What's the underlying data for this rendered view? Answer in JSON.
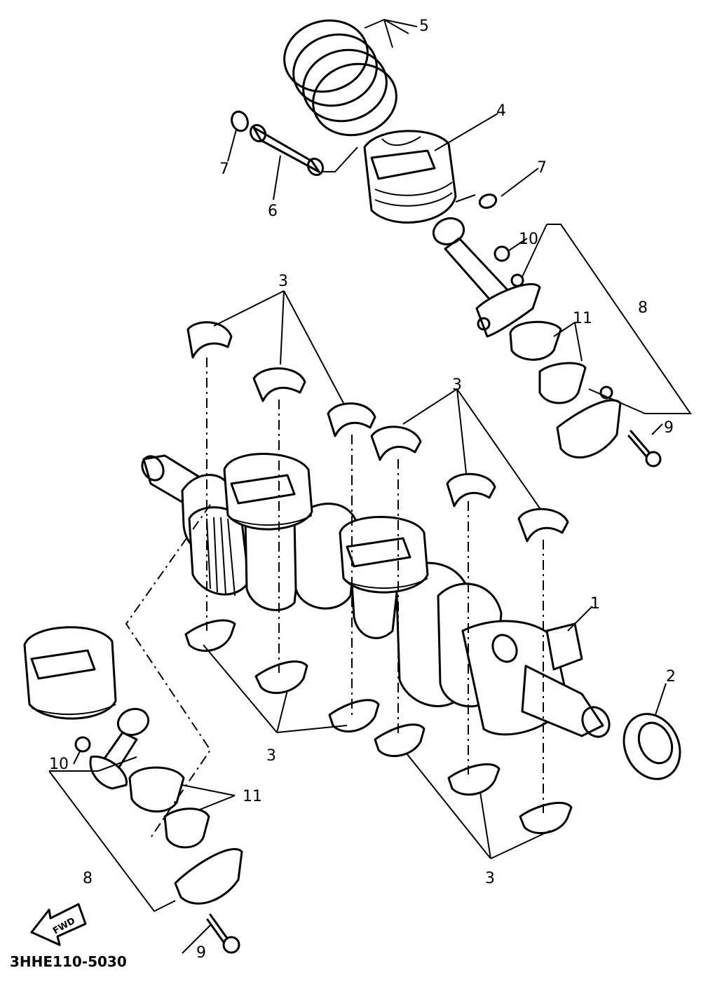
{
  "callouts": {
    "c1": "1",
    "c2": "2",
    "c3_top": "3",
    "c3_mid": "3",
    "c3_bottom_left": "3",
    "c3_bottom_right": "3",
    "c4": "4",
    "c5": "5",
    "c6": "6",
    "c7_left": "7",
    "c7_right": "7",
    "c8_right": "8",
    "c8_left": "8",
    "c9_right": "9",
    "c9_left": "9",
    "c10_right": "10",
    "c10_left": "10",
    "c11_right": "11",
    "c11_left": "11"
  },
  "diagram_code": "3HHE110-5030",
  "front_arrow_label": "FWD",
  "icons": {
    "front_arrow": "front-direction-arrow-icon"
  }
}
